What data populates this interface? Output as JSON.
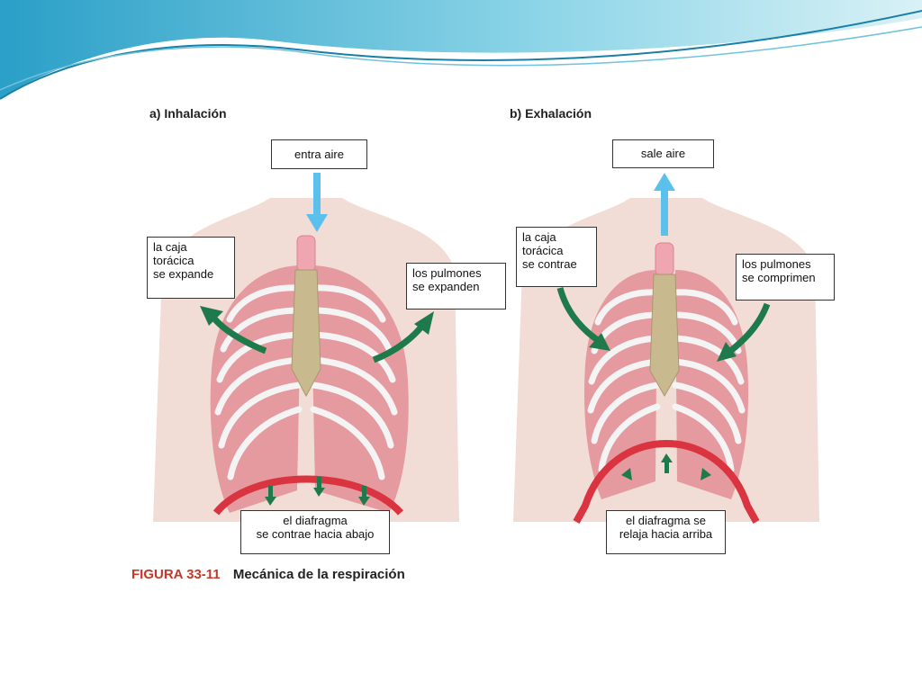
{
  "panels": {
    "a": {
      "title": "a) Inhalación",
      "air": "entra aire",
      "ribcage": [
        "la caja",
        "torácica",
        "se expande"
      ],
      "lungs": [
        "los pulmones",
        "se expanden"
      ],
      "diaphragm": [
        "el diafragma",
        "se contrae hacia abajo"
      ]
    },
    "b": {
      "title": "b) Exhalación",
      "air": "sale aire",
      "ribcage": [
        "la caja",
        "torácica",
        "se contrae"
      ],
      "lungs": [
        "los pulmones",
        "se comprimen"
      ],
      "diaphragm": [
        "el diafragma se",
        "relaja hacia arriba"
      ]
    }
  },
  "caption": {
    "number": "FIGURA 33-11",
    "text": "Mecánica de la respiración"
  },
  "colors": {
    "air_arrow": "#5bc0eb",
    "motion_arrow": "#1e7a4a",
    "rib_tissue": "#e59aa0",
    "diaphragm": "#d9343f",
    "spine": "#c9b98f",
    "skin": "#f1ddd6"
  }
}
